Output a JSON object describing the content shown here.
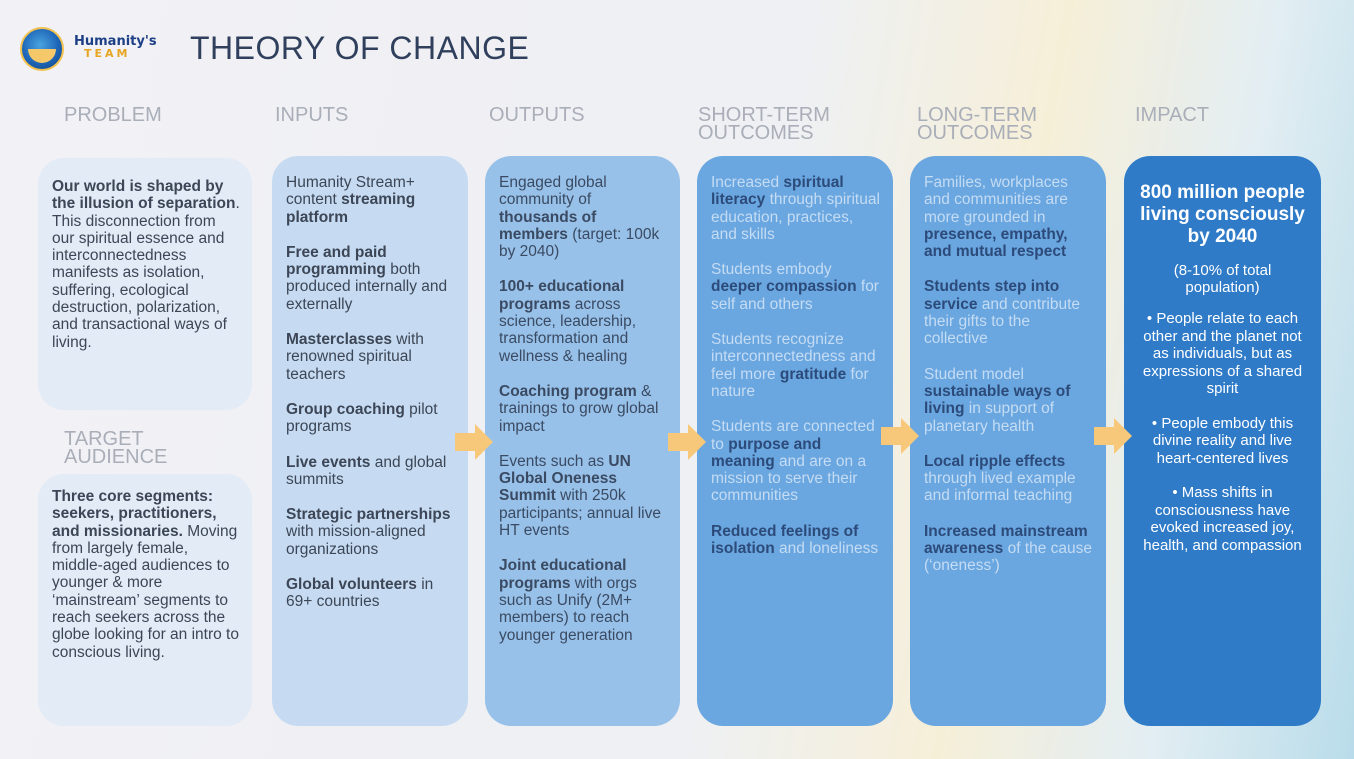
{
  "header": {
    "brand_line1": "Humanity's",
    "brand_line2": "TEAM",
    "title": "THEORY OF CHANGE"
  },
  "colors": {
    "problem_card": "#e2ebf6",
    "inputs_card": "#c6dbf1",
    "outputs_card": "#98c1e9",
    "outcome_card": "#6aa6df",
    "impact_card": "#2f7bc8",
    "arrow": "#f7c87a"
  },
  "columns": {
    "problem": {
      "heading": "PROBLEM"
    },
    "inputs": {
      "heading": "INPUTS"
    },
    "outputs": {
      "heading": "OUTPUTS"
    },
    "short_term": {
      "heading_line1": "SHORT-TERM",
      "heading_line2": "OUTCOMES"
    },
    "long_term": {
      "heading_line1": "LONG-TERM",
      "heading_line2": "OUTCOMES"
    },
    "impact": {
      "heading": "IMPACT"
    },
    "target": {
      "heading_line1": "TARGET",
      "heading_line2": "AUDIENCE"
    }
  },
  "problem_card": {
    "bold": "Our world is shaped by the illusion of separation",
    "rest": ". This disconnection from our spiritual essence and interconnectedness manifests as isolation, suffering, ecological destruction, polarization, and transactional ways of living."
  },
  "target_card": {
    "bold": "Three core segments: seekers, practitioners, and missionaries.",
    "rest": " Moving from largely female, middle-aged audiences to younger & more ‘mainstream’ segments to reach seekers across the globe looking for an intro to conscious living."
  },
  "inputs_items": [
    {
      "pre": "Humanity Stream+ content ",
      "bold": "streaming platform",
      "post": ""
    },
    {
      "pre": "",
      "bold": "Free and paid programming",
      "post": " both produced internally and externally"
    },
    {
      "pre": "",
      "bold": "Masterclasses",
      "post": " with renowned spiritual teachers"
    },
    {
      "pre": "",
      "bold": "Group coaching",
      "post": " pilot programs"
    },
    {
      "pre": "",
      "bold": "Live events",
      "post": " and global summits"
    },
    {
      "pre": "",
      "bold": "Strategic partnerships",
      "post": " with mission-aligned organizations"
    },
    {
      "pre": "",
      "bold": "Global volunteers",
      "post": " in 69+ countries"
    }
  ],
  "outputs_items": [
    {
      "pre": "Engaged global community of ",
      "bold": "thousands of members",
      "post": " (target: 100k by 2040)"
    },
    {
      "pre": "",
      "bold": "100+ educational programs",
      "post": " across science, leadership, transformation and wellness & healing"
    },
    {
      "pre": "",
      "bold": "Coaching program",
      "post": " & trainings to grow global impact"
    },
    {
      "pre": "Events such as ",
      "bold": "UN Global Oneness Summit",
      "post": " with 250k participants; annual live HT events"
    },
    {
      "pre": "",
      "bold": "Joint educational programs",
      "post": " with orgs such as Unify (2M+ members) to reach younger generation"
    }
  ],
  "short_term_items": [
    {
      "pre": "Increased ",
      "bold": "spiritual literacy",
      "post": " through spiritual education, practices, and skills"
    },
    {
      "pre": "Students embody ",
      "bold": "deeper compassion",
      "post": " for self and others"
    },
    {
      "pre": "Students recognize interconnectedness and feel more ",
      "bold": "gratitude",
      "post": " for nature"
    },
    {
      "pre": "Students are connected to ",
      "bold": "purpose and meaning",
      "post": " and are on a mission to serve their communities"
    },
    {
      "pre": "",
      "bold": "Reduced feelings of isolation",
      "post": " and loneliness"
    }
  ],
  "long_term_items": [
    {
      "pre": "Families, workplaces and communities are more grounded in ",
      "bold": "presence, empathy, and mutual respect",
      "post": ""
    },
    {
      "pre": "",
      "bold": "Students step into service",
      "post": " and contribute their gifts to the collective"
    },
    {
      "pre": "Student model ",
      "bold": "sustainable ways of living",
      "post": " in support of planetary health"
    },
    {
      "pre": "",
      "bold": "Local ripple effects",
      "post": " through lived example and informal teaching"
    },
    {
      "pre": "",
      "bold": "Increased mainstream awareness",
      "post": " of the cause (‘oneness’)"
    }
  ],
  "impact_card": {
    "main": "800 million people living consciously by 2040",
    "sub": "(8-10% of total population)",
    "bullets": [
      "People relate to each other and the planet  not as individuals, but as expressions of a shared spirit",
      "People embody this divine reality and live heart-centered lives",
      "Mass shifts in consciousness have evoked increased joy, health, and compassion"
    ]
  }
}
